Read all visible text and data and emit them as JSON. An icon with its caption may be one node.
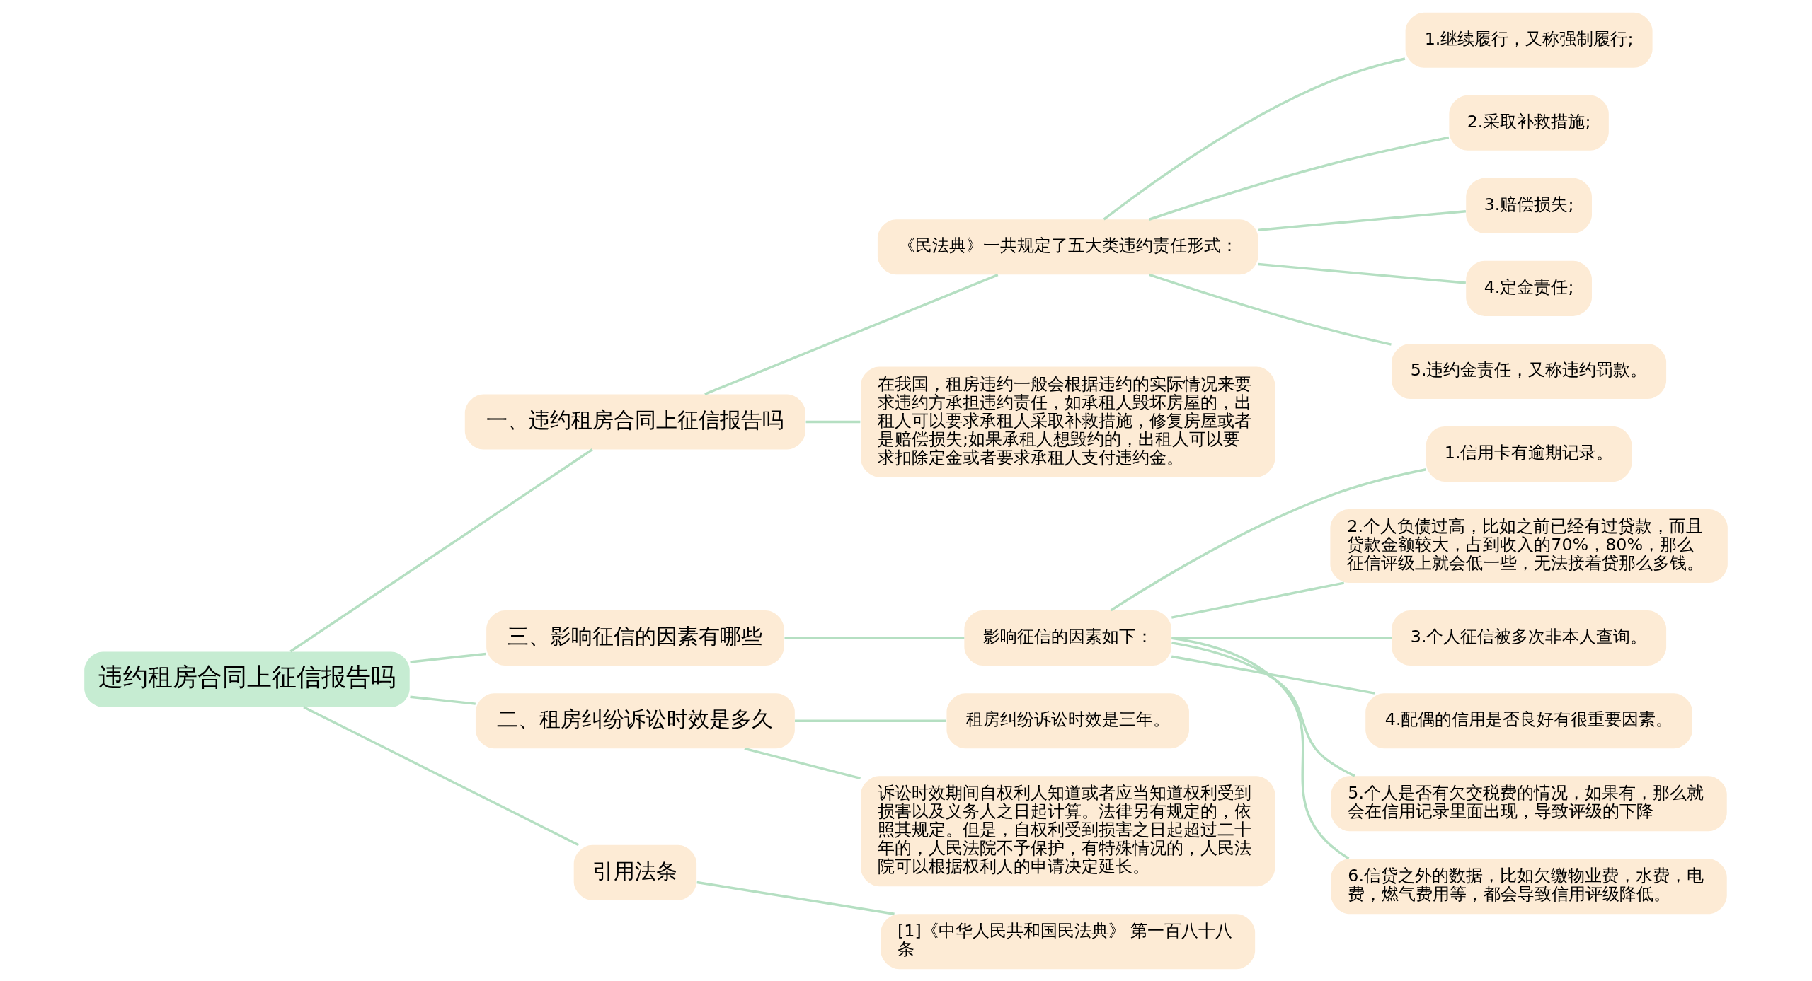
{
  "diagram": {
    "nodes": [
      {
        "text": [
          "违约租房合同上征信报告吗"
        ]
      },
      {
        "text": [
          "一、违约租房合同上征信报告吗"
        ]
      },
      {
        "text": [
          "《民法典》一共规定了五大类违约责任形式："
        ]
      },
      {
        "text": [
          "1.继续履行，又称强制履行;"
        ]
      },
      {
        "text": [
          "2.采取补救措施;"
        ]
      },
      {
        "text": [
          "3.赔偿损失;"
        ]
      },
      {
        "text": [
          "4.定金责任;"
        ]
      },
      {
        "text": [
          "5.违约金责任，又称违约罚款。"
        ]
      },
      {
        "text": [
          "在我国，租房违约一般会根据违约的实际情况来要求违约方承担违约责任，如承租人毁坏房屋的，出租人可以要求承租人采取补救措施，修复房屋或者是赔偿损失;如果承租人想毁约的，出租人可以要求扣除定金或者要求承租人支付违约金。"
        ]
      },
      {
        "text": [
          "三、影响征信的因素有哪些"
        ]
      },
      {
        "text": [
          "影响征信的因素如下："
        ]
      },
      {
        "text": [
          "1.信用卡有逾期记录。"
        ]
      },
      {
        "text": [
          "2.个人负债过高，比如之前已经有过贷款，而且贷款金额较大，占到收入的70%，80%，那么征信评级上就会低一些，无法接着贷那么多钱。"
        ]
      },
      {
        "text": [
          "3.个人征信被多次非本人查询。"
        ]
      },
      {
        "text": [
          "4.配偶的信用是否良好有很重要因素。"
        ]
      },
      {
        "text": [
          "5.个人是否有欠交税费的情况，如果有，那么就会在信用记录里面出现，导致评级的下降"
        ]
      },
      {
        "text": [
          "6.信贷之外的数据，比如欠缴物业费，水费，电费，燃气费用等，都会导致信用评级降低。"
        ]
      },
      {
        "text": [
          "二、租房纠纷诉讼时效是多久"
        ]
      },
      {
        "text": [
          "租房纠纷诉讼时效是三年。"
        ]
      },
      {
        "text": [
          "诉讼时效期间自权利人知道或者应当知道权利受到损害以及义务人之日起计算。法律另有规定的，依照其规定。但是，自权利受到损害之日起超过二十年的，人民法院不予保护，有特殊情况的，人民法院可以根据权利人的申请决定延长。"
        ]
      },
      {
        "text": [
          "引用法条"
        ]
      },
      {
        "text": [
          "[1]《中华人民共和国民法典》 第一百八十八条"
        ]
      }
    ],
    "edges": [
      {
        "from": 0,
        "to": 1,
        "arrow": "none"
      },
      {
        "from": 1,
        "to": 2,
        "arrow": "none"
      },
      {
        "from": 2,
        "to": 3,
        "arrow": "none"
      },
      {
        "from": 2,
        "to": 4,
        "arrow": "none"
      },
      {
        "from": 2,
        "to": 5,
        "arrow": "none"
      },
      {
        "from": 2,
        "to": 6,
        "arrow": "none"
      },
      {
        "from": 2,
        "to": 7,
        "arrow": "none"
      },
      {
        "from": 1,
        "to": 8,
        "arrow": "none"
      },
      {
        "from": 0,
        "to": 9,
        "arrow": "none"
      },
      {
        "from": 9,
        "to": 10,
        "arrow": "none"
      },
      {
        "from": 10,
        "to": 11,
        "arrow": "none"
      },
      {
        "from": 10,
        "to": 12,
        "arrow": "none"
      },
      {
        "from": 10,
        "to": 13,
        "arrow": "none"
      },
      {
        "from": 10,
        "to": 14,
        "arrow": "none"
      },
      {
        "from": 10,
        "to": 15,
        "arrow": "none"
      },
      {
        "from": 10,
        "to": 16,
        "arrow": "none"
      },
      {
        "from": 0,
        "to": 17,
        "arrow": "none"
      },
      {
        "from": 17,
        "to": 18,
        "arrow": "none"
      },
      {
        "from": 17,
        "to": 19,
        "arrow": "none"
      },
      {
        "from": 0,
        "to": 20,
        "arrow": "none"
      },
      {
        "from": 20,
        "to": 21,
        "arrow": "none"
      }
    ]
  }
}
